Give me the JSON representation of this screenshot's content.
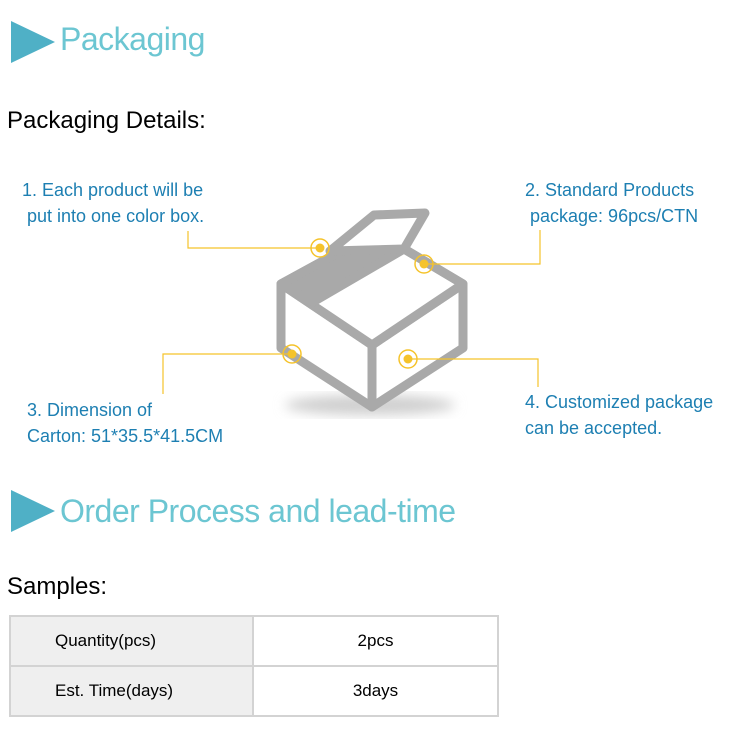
{
  "colors": {
    "accent_triangle": "#4fb0c6",
    "title_text": "#6cc6d2",
    "callout_text": "#1d7fb2",
    "leader_line": "#f5c32b",
    "box_gray": "#a9a9a9"
  },
  "packaging": {
    "title": "Packaging",
    "details_heading": "Packaging Details:",
    "box_icon": "carton-box-icon",
    "callouts": [
      {
        "text": "1. Each product will be\n put into one color box."
      },
      {
        "text": "2. Standard Products\n package: 96pcs/CTN"
      },
      {
        "text": "3. Dimension of\nCarton: 51*35.5*41.5CM"
      },
      {
        "text": "4. Customized package\ncan be accepted."
      }
    ]
  },
  "order": {
    "title": "Order Process and lead-time",
    "samples_heading": "Samples:",
    "table": {
      "rows": [
        {
          "label": "Quantity(pcs)",
          "value": "2pcs"
        },
        {
          "label": "Est. Time(days)",
          "value": "3days"
        }
      ]
    }
  }
}
